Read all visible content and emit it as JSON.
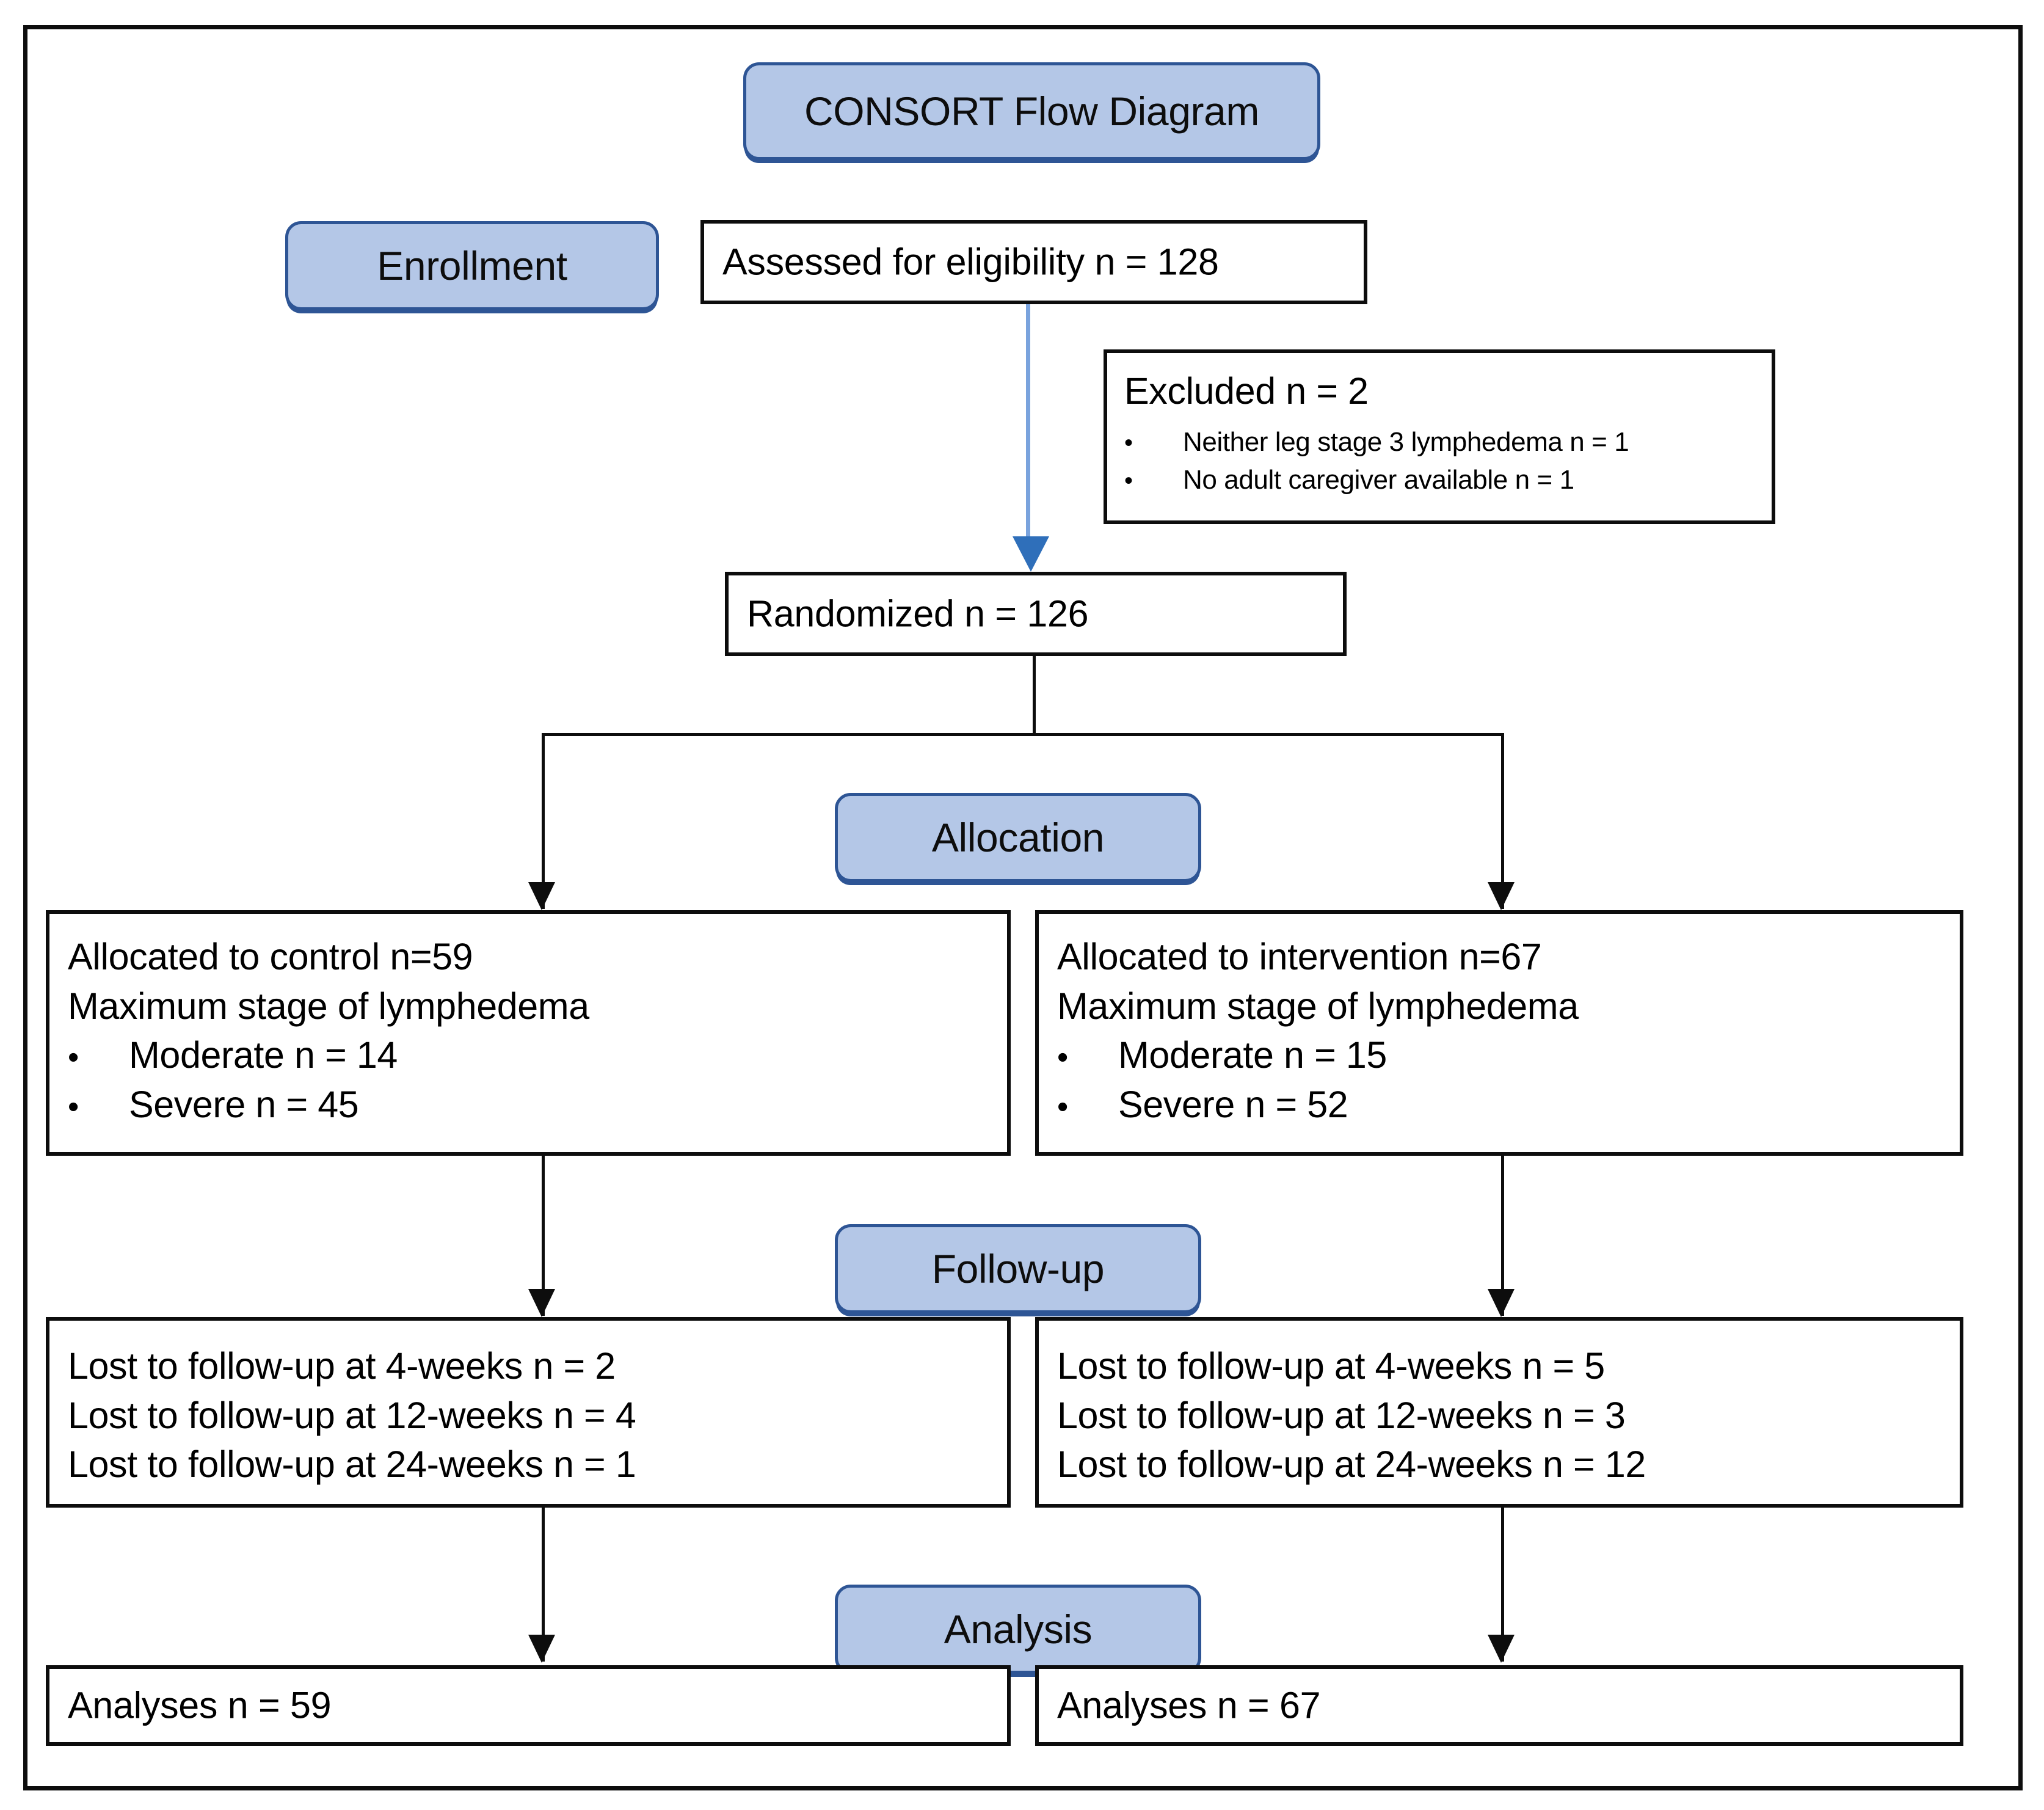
{
  "diagram": {
    "title": "CONSORT Flow Diagram",
    "stages": {
      "enrollment": "Enrollment",
      "allocation": "Allocation",
      "followup": "Follow-up",
      "analysis": "Analysis"
    },
    "enrollment": {
      "assessed": "Assessed for eligibility n = 128",
      "excluded_header": "Excluded n = 2",
      "excluded_reasons": [
        "Neither leg stage 3 lymphedema n = 1",
        "No adult caregiver available n = 1"
      ],
      "randomized": "Randomized n = 126"
    },
    "allocation": {
      "control": {
        "allocated": "Allocated to control n=59",
        "subheader": "Maximum stage of lymphedema",
        "items": [
          "Moderate n = 14",
          "Severe n = 45"
        ]
      },
      "intervention": {
        "allocated": "Allocated to intervention n=67",
        "subheader": "Maximum stage of lymphedema",
        "items": [
          "Moderate n = 15",
          "Severe n = 52"
        ]
      }
    },
    "followup": {
      "control": [
        "Lost to follow-up at 4-weeks n = 2",
        "Lost to follow-up at 12-weeks n = 4",
        "Lost to follow-up at 24-weeks n = 1"
      ],
      "intervention": [
        "Lost to follow-up at 4-weeks n = 5",
        "Lost to follow-up at 12-weeks n = 3",
        "Lost to follow-up at 24-weeks n = 12"
      ]
    },
    "analysis": {
      "control": "Analyses n = 59",
      "intervention": "Analyses n = 67"
    },
    "bullet_glyph": "•",
    "colors": {
      "stage_fill": "#b4c7e7",
      "stage_border": "#2e5595",
      "box_border": "#0d0d0d",
      "exclusion_arrow": "#7aa3dd",
      "text": "#0d0d0d"
    }
  }
}
